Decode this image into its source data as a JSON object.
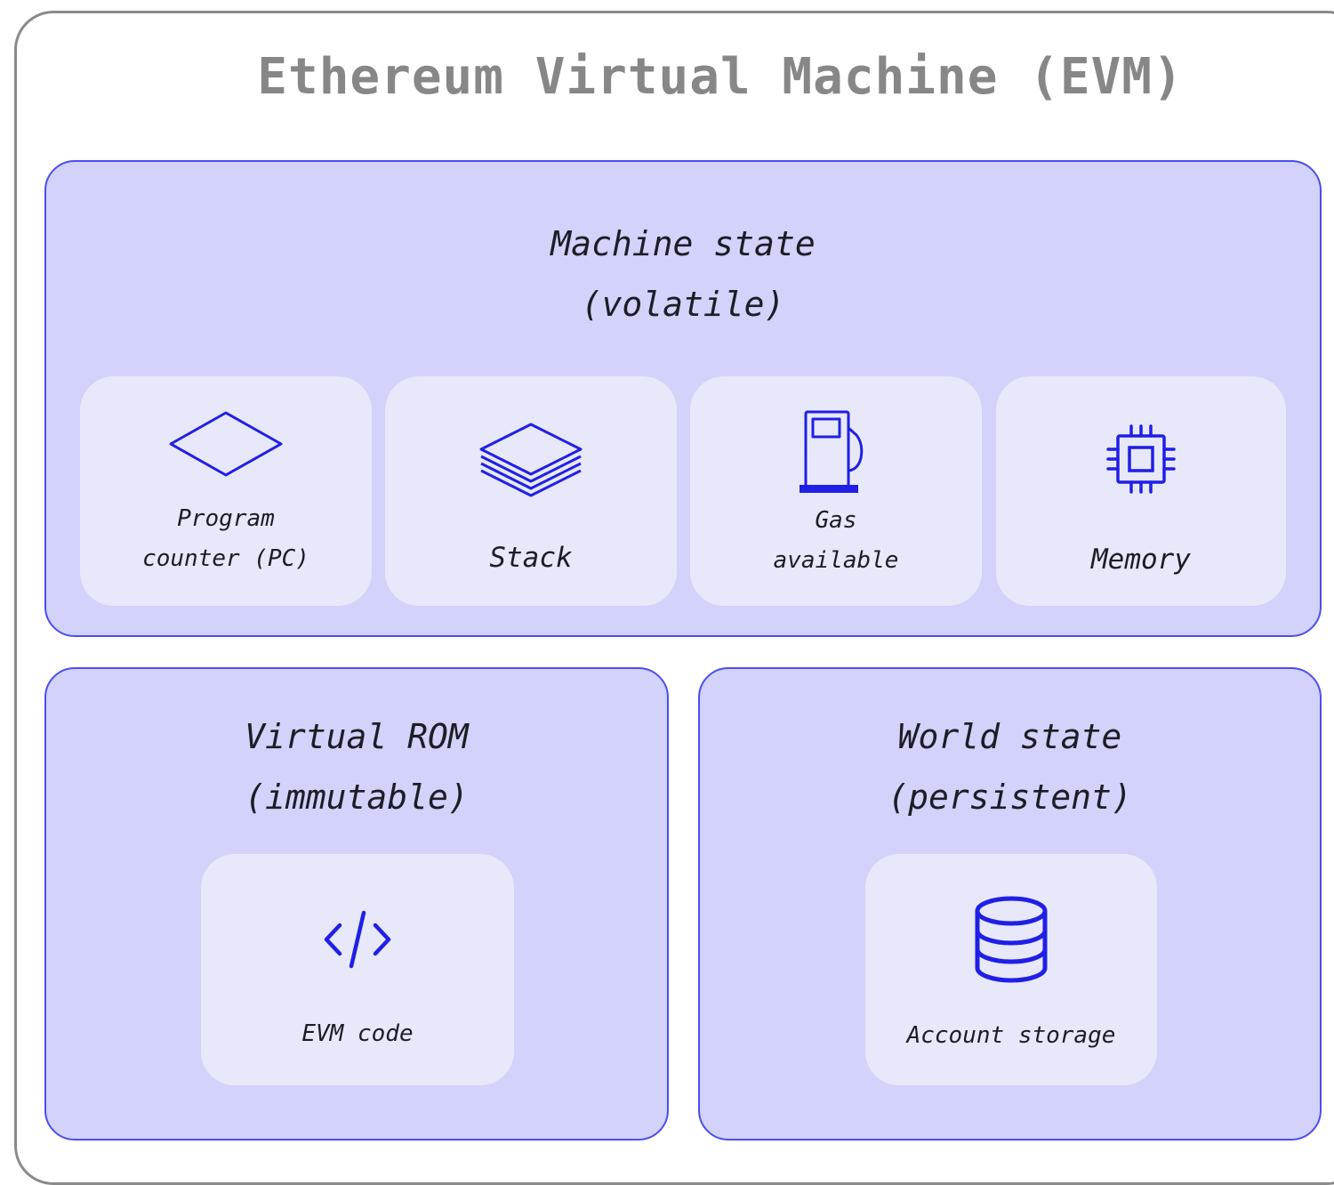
{
  "title": "Ethereum Virtual Machine (EVM)",
  "colors": {
    "panel_fill": "#d2d2fb",
    "panel_border": "#4d4df0",
    "card_fill": "#e8e8fb",
    "icon": "#1f1fe6",
    "title_text": "#878787",
    "outer_border": "#8a8a8a"
  },
  "machine_state": {
    "heading_line1": "Machine state",
    "heading_line2": "(volatile)",
    "cards": [
      {
        "icon": "diamond-icon",
        "label_line1": "Program",
        "label_line2": "counter (PC)"
      },
      {
        "icon": "layers-icon",
        "label": "Stack"
      },
      {
        "icon": "gas-pump-icon",
        "label_line1": "Gas",
        "label_line2": "available"
      },
      {
        "icon": "chip-icon",
        "label": "Memory"
      }
    ]
  },
  "virtual_rom": {
    "heading_line1": "Virtual ROM",
    "heading_line2": "(immutable)",
    "card": {
      "icon": "code-icon",
      "label": "EVM code"
    }
  },
  "world_state": {
    "heading_line1": "World state",
    "heading_line2": "(persistent)",
    "card": {
      "icon": "database-icon",
      "label": "Account storage"
    }
  }
}
